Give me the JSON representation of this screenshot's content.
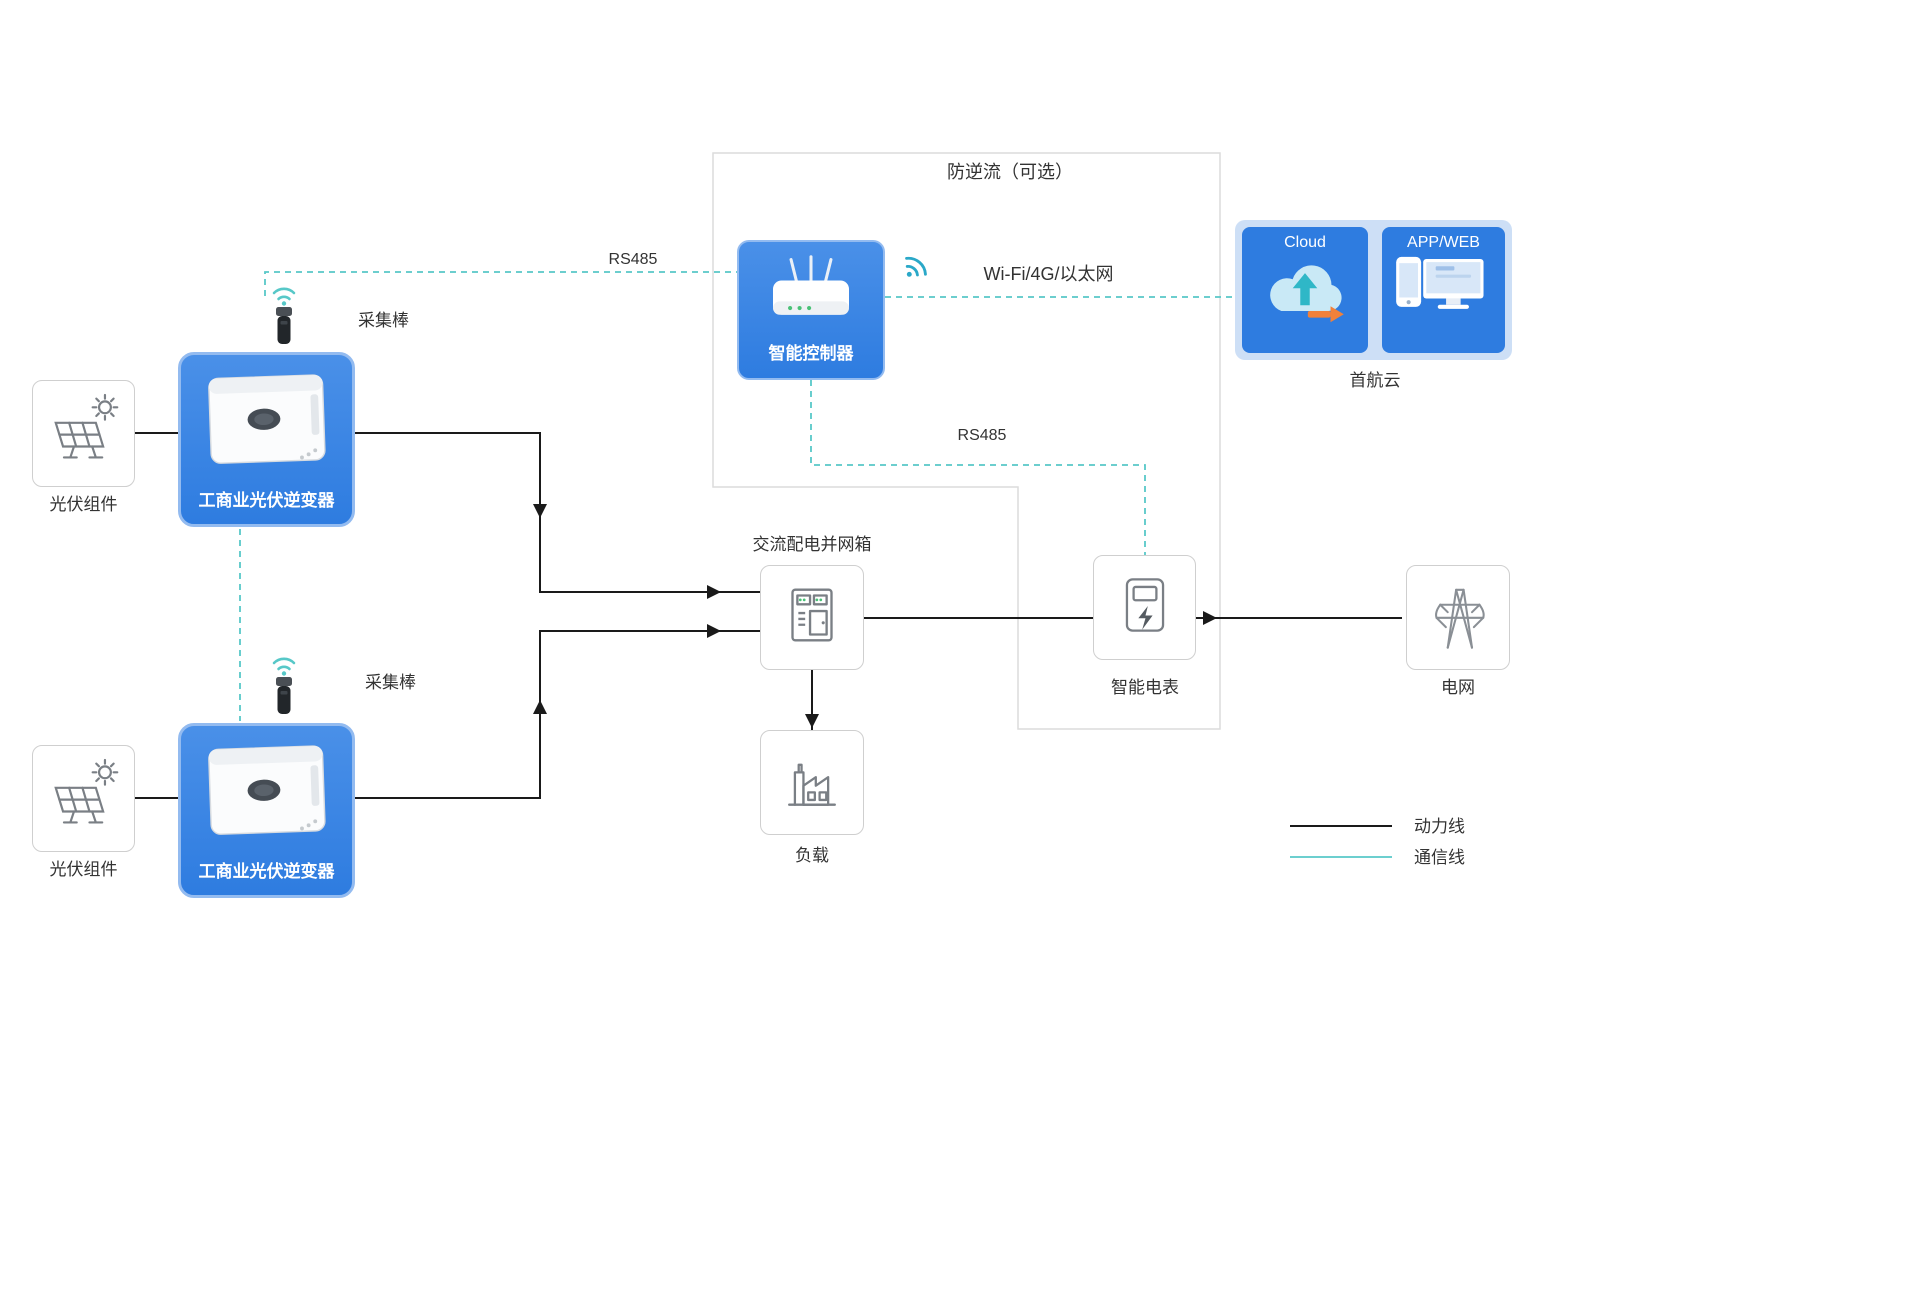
{
  "theme": {
    "blue": "#2e7ce0",
    "blue-light": "#cddff6",
    "teal": "#57c8c8",
    "line-black": "#1a1a1a",
    "box-border": "#cfcfcf",
    "icon-gray": "#7a7f85",
    "text": "#333333",
    "orange": "#f0813a",
    "green": "#49c176"
  },
  "region": {
    "label": "防逆流（可选）"
  },
  "pv_top": {
    "label": "光伏组件"
  },
  "pv_bottom": {
    "label": "光伏组件"
  },
  "inverter_top": {
    "label": "工商业光伏逆变器"
  },
  "inverter_bottom": {
    "label": "工商业光伏逆变器"
  },
  "stick_top": {
    "label": "采集棒"
  },
  "stick_bottom": {
    "label": "采集棒"
  },
  "controller": {
    "label": "智能控制器"
  },
  "links": {
    "rs485_top": "RS485",
    "rs485_meter": "RS485",
    "wifi": "Wi-Fi/4G/以太网"
  },
  "cloud_panel": {
    "cloud_label": "Cloud",
    "appweb_label": "APP/WEB",
    "caption": "首航云"
  },
  "ac_box": {
    "label": "交流配电并网箱"
  },
  "meter": {
    "label": "智能电表"
  },
  "grid": {
    "label": "电网"
  },
  "load": {
    "label": "负载"
  },
  "legend": {
    "power": "动力线",
    "comm": "通信线"
  }
}
